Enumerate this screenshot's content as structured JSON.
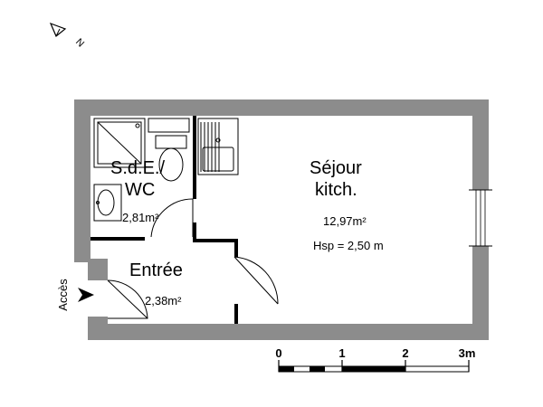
{
  "compass": {
    "label": "N"
  },
  "rooms": {
    "bathroom": {
      "name_line1": "S.d.E./",
      "name_line2": "WC",
      "area": "2,81m²"
    },
    "living": {
      "name_line1": "Séjour",
      "name_line2": "kitch.",
      "area": "12,97m²",
      "ceiling_height": "Hsp = 2,50 m"
    },
    "entry": {
      "name": "Entrée",
      "area": "2,38m²"
    }
  },
  "access": {
    "label": "Accès"
  },
  "scale_bar": {
    "ticks": [
      "0",
      "1",
      "2",
      "3m"
    ]
  }
}
